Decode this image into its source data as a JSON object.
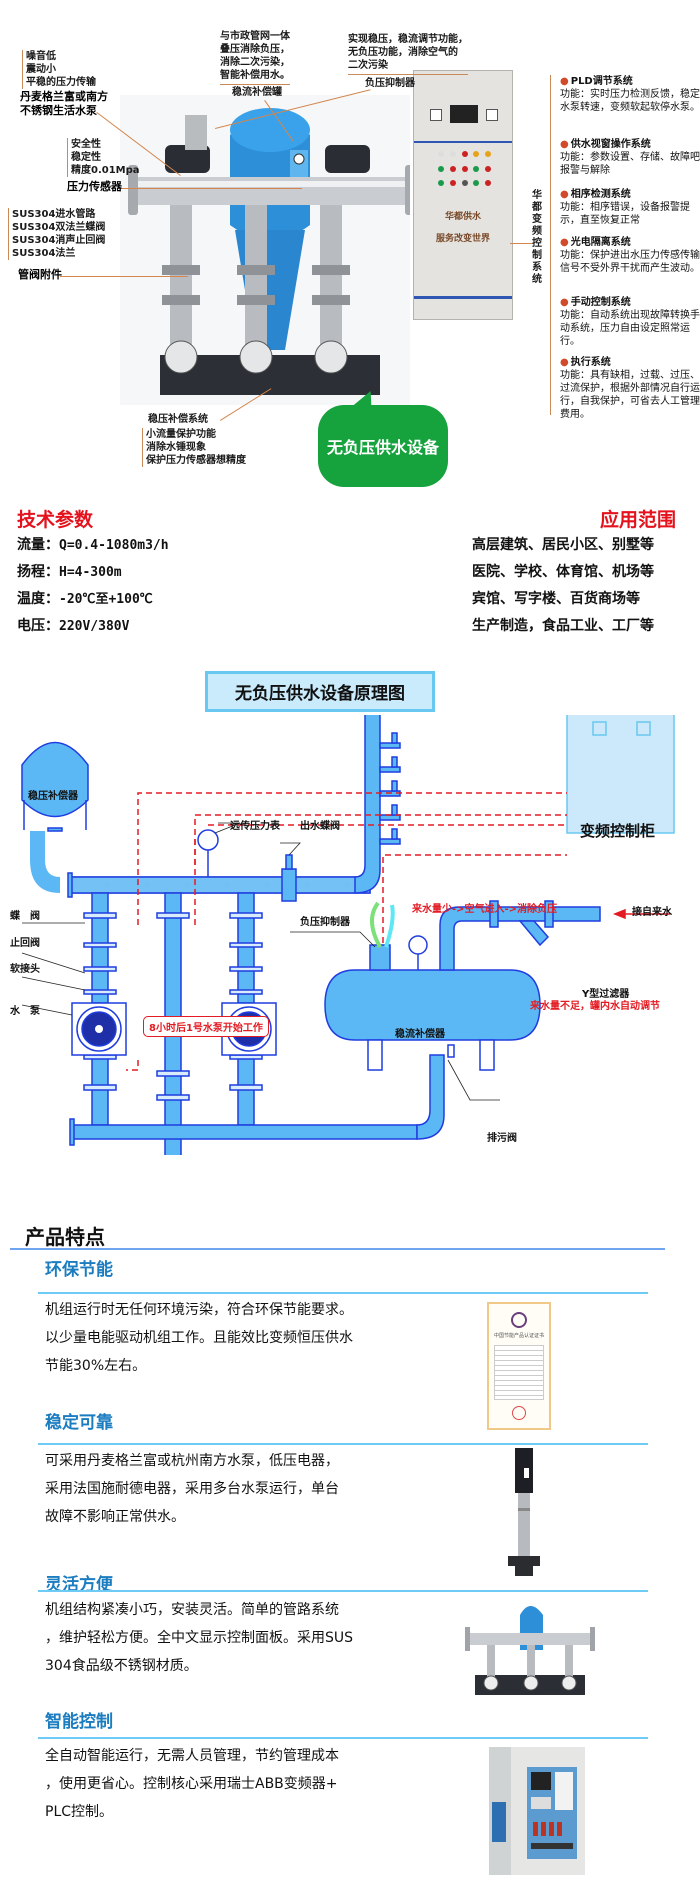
{
  "hero": {
    "left_captions": {
      "pump_features": [
        "噪音低",
        "震动小",
        "平稳的压力传输"
      ],
      "pump_name": [
        "丹麦格兰富或南方",
        "不锈钢生活水泵"
      ],
      "sensor_features": [
        "安全性",
        "稳定性",
        "精度0.01Mpa"
      ],
      "sensor_name": "压力传感器",
      "pipe_parts": [
        "SUS304进水管路",
        "SUS304双法兰蝶阀",
        "SUS304消声止回阀",
        "SUS304法兰"
      ],
      "pipe_name": "管阀附件"
    },
    "top_captions": {
      "tank_features": [
        "与市政管网一体",
        "叠压消除负压，",
        "消除二次污染，",
        "智能补偿用水。"
      ],
      "tank_name": "稳流补偿罐",
      "suppressor_features": [
        "实现稳压，稳流调节功能，",
        "无负压功能，消除空气的",
        "二次污染"
      ],
      "suppressor_name": "负压抑制器"
    },
    "bottom_caption": {
      "name": "稳压补偿系统",
      "features": [
        "小流量保护功能",
        "消除水锤现象",
        "保护压力传感器想精度"
      ]
    },
    "cabinet": {
      "panel_text": [
        "华都供水",
        "服务改变世界"
      ],
      "side_label": "华都变频控制系统"
    },
    "bubble_label": "无负压供水设备",
    "control_systems": [
      {
        "title": "PLD调节系统",
        "desc": "功能：实时压力检测反馈，稳定水泵转速，变频软起软停水泵。"
      },
      {
        "title": "供水视窗操作系统",
        "desc": "功能：参数设置、存储、故障吧报警与解除"
      },
      {
        "title": "相序检测系统",
        "desc": "功能：相序错误，设备报警提示，直至恢复正常"
      },
      {
        "title": "光电隔离系统",
        "desc": "功能：保护进出水压力传感传输信号不受外界干扰而产生波动。"
      },
      {
        "title": "手动控制系统",
        "desc": "功能：自动系统出现故障转换手动系统，压力自由设定照常运行。"
      },
      {
        "title": "执行系统",
        "desc": "功能：具有缺相，过载、过压、过流保护，根据外部情况自行运行，自我保护，可省去人工管理费用。"
      }
    ]
  },
  "specs": {
    "title": "技术参数",
    "items": [
      {
        "label": "流量：",
        "value": "Q=0.4-1080m3/h"
      },
      {
        "label": "扬程：",
        "value": "H=4-300m"
      },
      {
        "label": "温度：",
        "value": "-20℃至+100℃"
      },
      {
        "label": "电压：",
        "value": "220V/380V"
      }
    ]
  },
  "applications": {
    "title": "应用范围",
    "items": [
      "高层建筑、居民小区、别墅等",
      "医院、学校、体育馆、机场等",
      "宾馆、写字楼、百货商场等",
      "生产制造，食品工业、工厂等"
    ]
  },
  "diagram": {
    "title": "无负压供水设备原理图",
    "tank_label": "稳压补偿器",
    "cabinet_label": "变频控制柜",
    "gauge_label": "远传压力表",
    "outlet_valve_label": "出水蝶阀",
    "suppressor_label": "负压抑制器",
    "flow_note": "来水量少->空气进入->消除负压",
    "inlet_label": "接自来水",
    "filter_label": "Y型过滤器",
    "shortage_note": "来水量不足，罐内水自动调节",
    "compensator_label": "稳流补偿器",
    "drain_label": "排污阀",
    "left_labels": [
      "蝶　阀",
      "止回阀",
      "软接头",
      "水　泵"
    ],
    "callout": "8小时后1号水泵开始工作"
  },
  "features": {
    "title": "产品特点",
    "items": [
      {
        "heading": "环保节能",
        "lines": [
          "机组运行时无任何环境污染，符合环保节能要求。",
          "以少量电能驱动机组工作。且能效比变频恒压供水",
          "节能30%左右。"
        ],
        "image": "energy-certificate"
      },
      {
        "heading": "稳定可靠",
        "lines": [
          "可采用丹麦格兰富或杭州南方水泵，低压电器，",
          "采用法国施耐德电器，采用多台水泵运行，单台",
          "故障不影响正常供水。"
        ],
        "image": "vertical-pump"
      },
      {
        "heading": "灵活方便",
        "lines": [
          "机组结构紧凑小巧，安装灵活。简单的管路系统",
          "，维护轻松方便。全中文显示控制面板。采用SUS",
          "304食品级不锈钢材质。"
        ],
        "image": "pump-unit"
      },
      {
        "heading": "智能控制",
        "lines": [
          "全自动智能运行，无需人员管理，节约管理成本",
          "，使用更省心。控制核心采用瑞士ABB变频器+",
          "PLC控制。"
        ],
        "image": "control-cabinet-open"
      }
    ],
    "certificate_title": "中国节能产品认证证书"
  },
  "colors": {
    "accent_red": "#e3121c",
    "pipe_blue": "#5cb8f4",
    "outline_blue": "#1f3de0",
    "heading_blue": "#1b7cc0",
    "bubble_green": "#16a23d"
  }
}
